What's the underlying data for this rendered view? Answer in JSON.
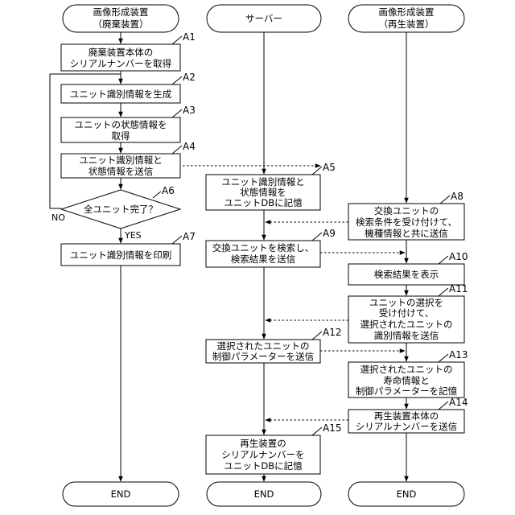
{
  "lanes": {
    "left": [
      "画像形成装置",
      "（廃棄装置）"
    ],
    "center": [
      "サーバー"
    ],
    "right": [
      "画像形成装置",
      "（再生装置）"
    ]
  },
  "steps": {
    "A1": {
      "label": "A1",
      "text": [
        "廃棄装置本体の",
        "シリアルナンバーを取得"
      ]
    },
    "A2": {
      "label": "A2",
      "text": [
        "ユニット識別情報を生成"
      ]
    },
    "A3": {
      "label": "A3",
      "text": [
        "ユニットの状態情報を",
        "取得"
      ]
    },
    "A4": {
      "label": "A4",
      "text": [
        "ユニット識別情報と",
        "状態情報を送信"
      ]
    },
    "A5": {
      "label": "A5",
      "text": [
        "ユニット識別情報と",
        "状態情報を",
        "ユニットDBに記憶"
      ]
    },
    "A6": {
      "label": "A6",
      "text": [
        "全ユニット完了？"
      ]
    },
    "A7": {
      "label": "A7",
      "text": [
        "ユニット識別情報を印刷"
      ]
    },
    "A8": {
      "label": "A8",
      "text": [
        "交換ユニットの",
        "検索条件を受け付けて、",
        "機種情報と共に送信"
      ]
    },
    "A9": {
      "label": "A9",
      "text": [
        "交換ユニットを検索し、",
        "検索結果を送信"
      ]
    },
    "A10": {
      "label": "A10",
      "text": [
        "検索結果を表示"
      ]
    },
    "A11": {
      "label": "A11",
      "text": [
        "ユニットの選択を",
        "受け付けて、",
        "選択されたユニットの",
        "識別情報を送信"
      ]
    },
    "A12": {
      "label": "A12",
      "text": [
        "選択されたユニットの",
        "制御パラメーターを送信"
      ]
    },
    "A13": {
      "label": "A13",
      "text": [
        "選択されたユニットの",
        "寿命情報と",
        "制御パラメーターを記憶"
      ]
    },
    "A14": {
      "label": "A14",
      "text": [
        "再生装置本体の",
        "シリアルナンバーを送信"
      ]
    },
    "A15": {
      "label": "A15",
      "text": [
        "再生装置の",
        "シリアルナンバーを",
        "ユニットDBに記憶"
      ]
    }
  },
  "branch": {
    "yes": "YES",
    "no": "NO"
  },
  "terminals": {
    "end": "END"
  }
}
